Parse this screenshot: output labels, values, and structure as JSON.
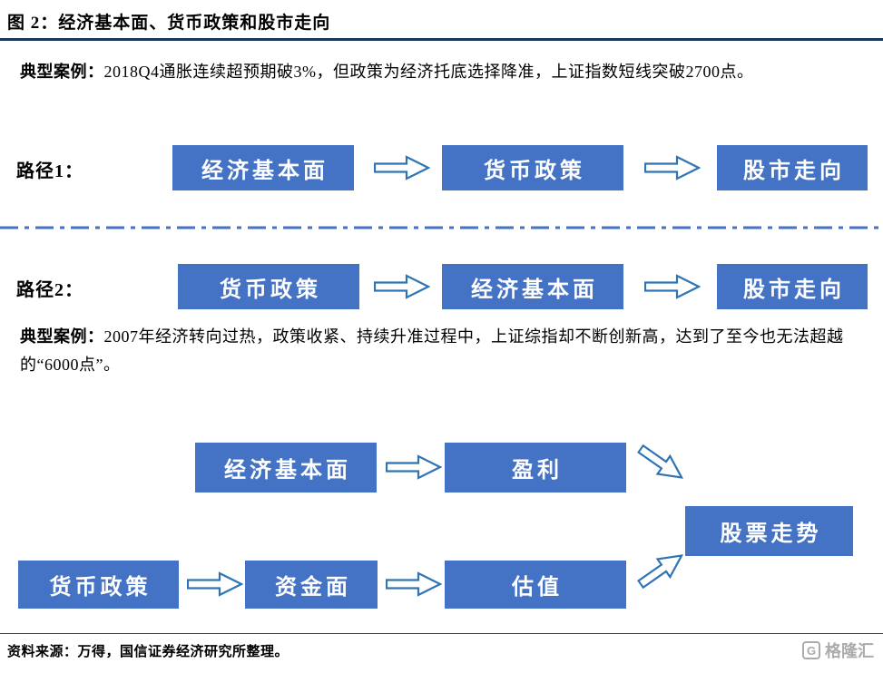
{
  "title": "图 2：经济基本面、货币政策和股市走向",
  "case1": {
    "label": "典型案例：",
    "text": "2018Q4通胀连续超预期破3%，但政策为经济托底选择降准，上证指数短线突破2700点。"
  },
  "path1": {
    "label": "路径1：",
    "boxes": [
      "经济基本面",
      "货币政策",
      "股市走向"
    ]
  },
  "path2": {
    "label": "路径2：",
    "boxes": [
      "货币政策",
      "经济基本面",
      "股市走向"
    ]
  },
  "case2": {
    "label": "典型案例：",
    "text": "2007年经济转向过热，政策收紧、持续升准过程中，上证综指却不断创新高，达到了至今也无法超越的“6000点”。"
  },
  "flow2": {
    "top_row": [
      "经济基本面",
      "盈利"
    ],
    "result": "股票走势",
    "bottom_row": [
      "货币政策",
      "资金面",
      "估值"
    ]
  },
  "footer": {
    "source": "资料来源：万得，国信证券经济研究所整理。",
    "logo": "格隆汇",
    "logo_icon": "G"
  },
  "colors": {
    "box_fill": "#4472C4",
    "box_text": "#FFFFFF",
    "arrow_outline": "#2E74B5",
    "divider": "#4472C4",
    "title_rule": "#17375E"
  }
}
